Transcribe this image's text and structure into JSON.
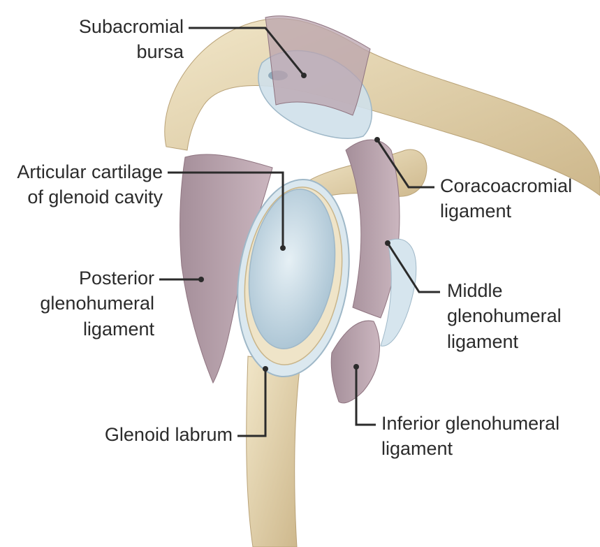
{
  "labels": {
    "subacromial_bursa": [
      "Subacromial",
      "bursa"
    ],
    "articular_cartilage": [
      "Articular cartilage",
      "of glenoid cavity"
    ],
    "posterior_ligament": [
      "Posterior",
      "glenohumeral",
      "ligament"
    ],
    "glenoid_labrum": [
      "Glenoid labrum"
    ],
    "coracoacromial_ligament": [
      "Coracoacromial",
      "ligament"
    ],
    "middle_ligament": [
      "Middle",
      "glenohumeral",
      "ligament"
    ],
    "inferior_ligament": [
      "Inferior glenohumeral",
      "ligament"
    ]
  },
  "colors": {
    "bone": "#e8d9b4",
    "bone_shade": "#c9b58a",
    "ligament": "#b9a3ad",
    "ligament_dark": "#8f7480",
    "cartilage": "#cfe0ea",
    "cartilage_edge": "#9fb8c8",
    "leader": "#2b2b2b"
  }
}
